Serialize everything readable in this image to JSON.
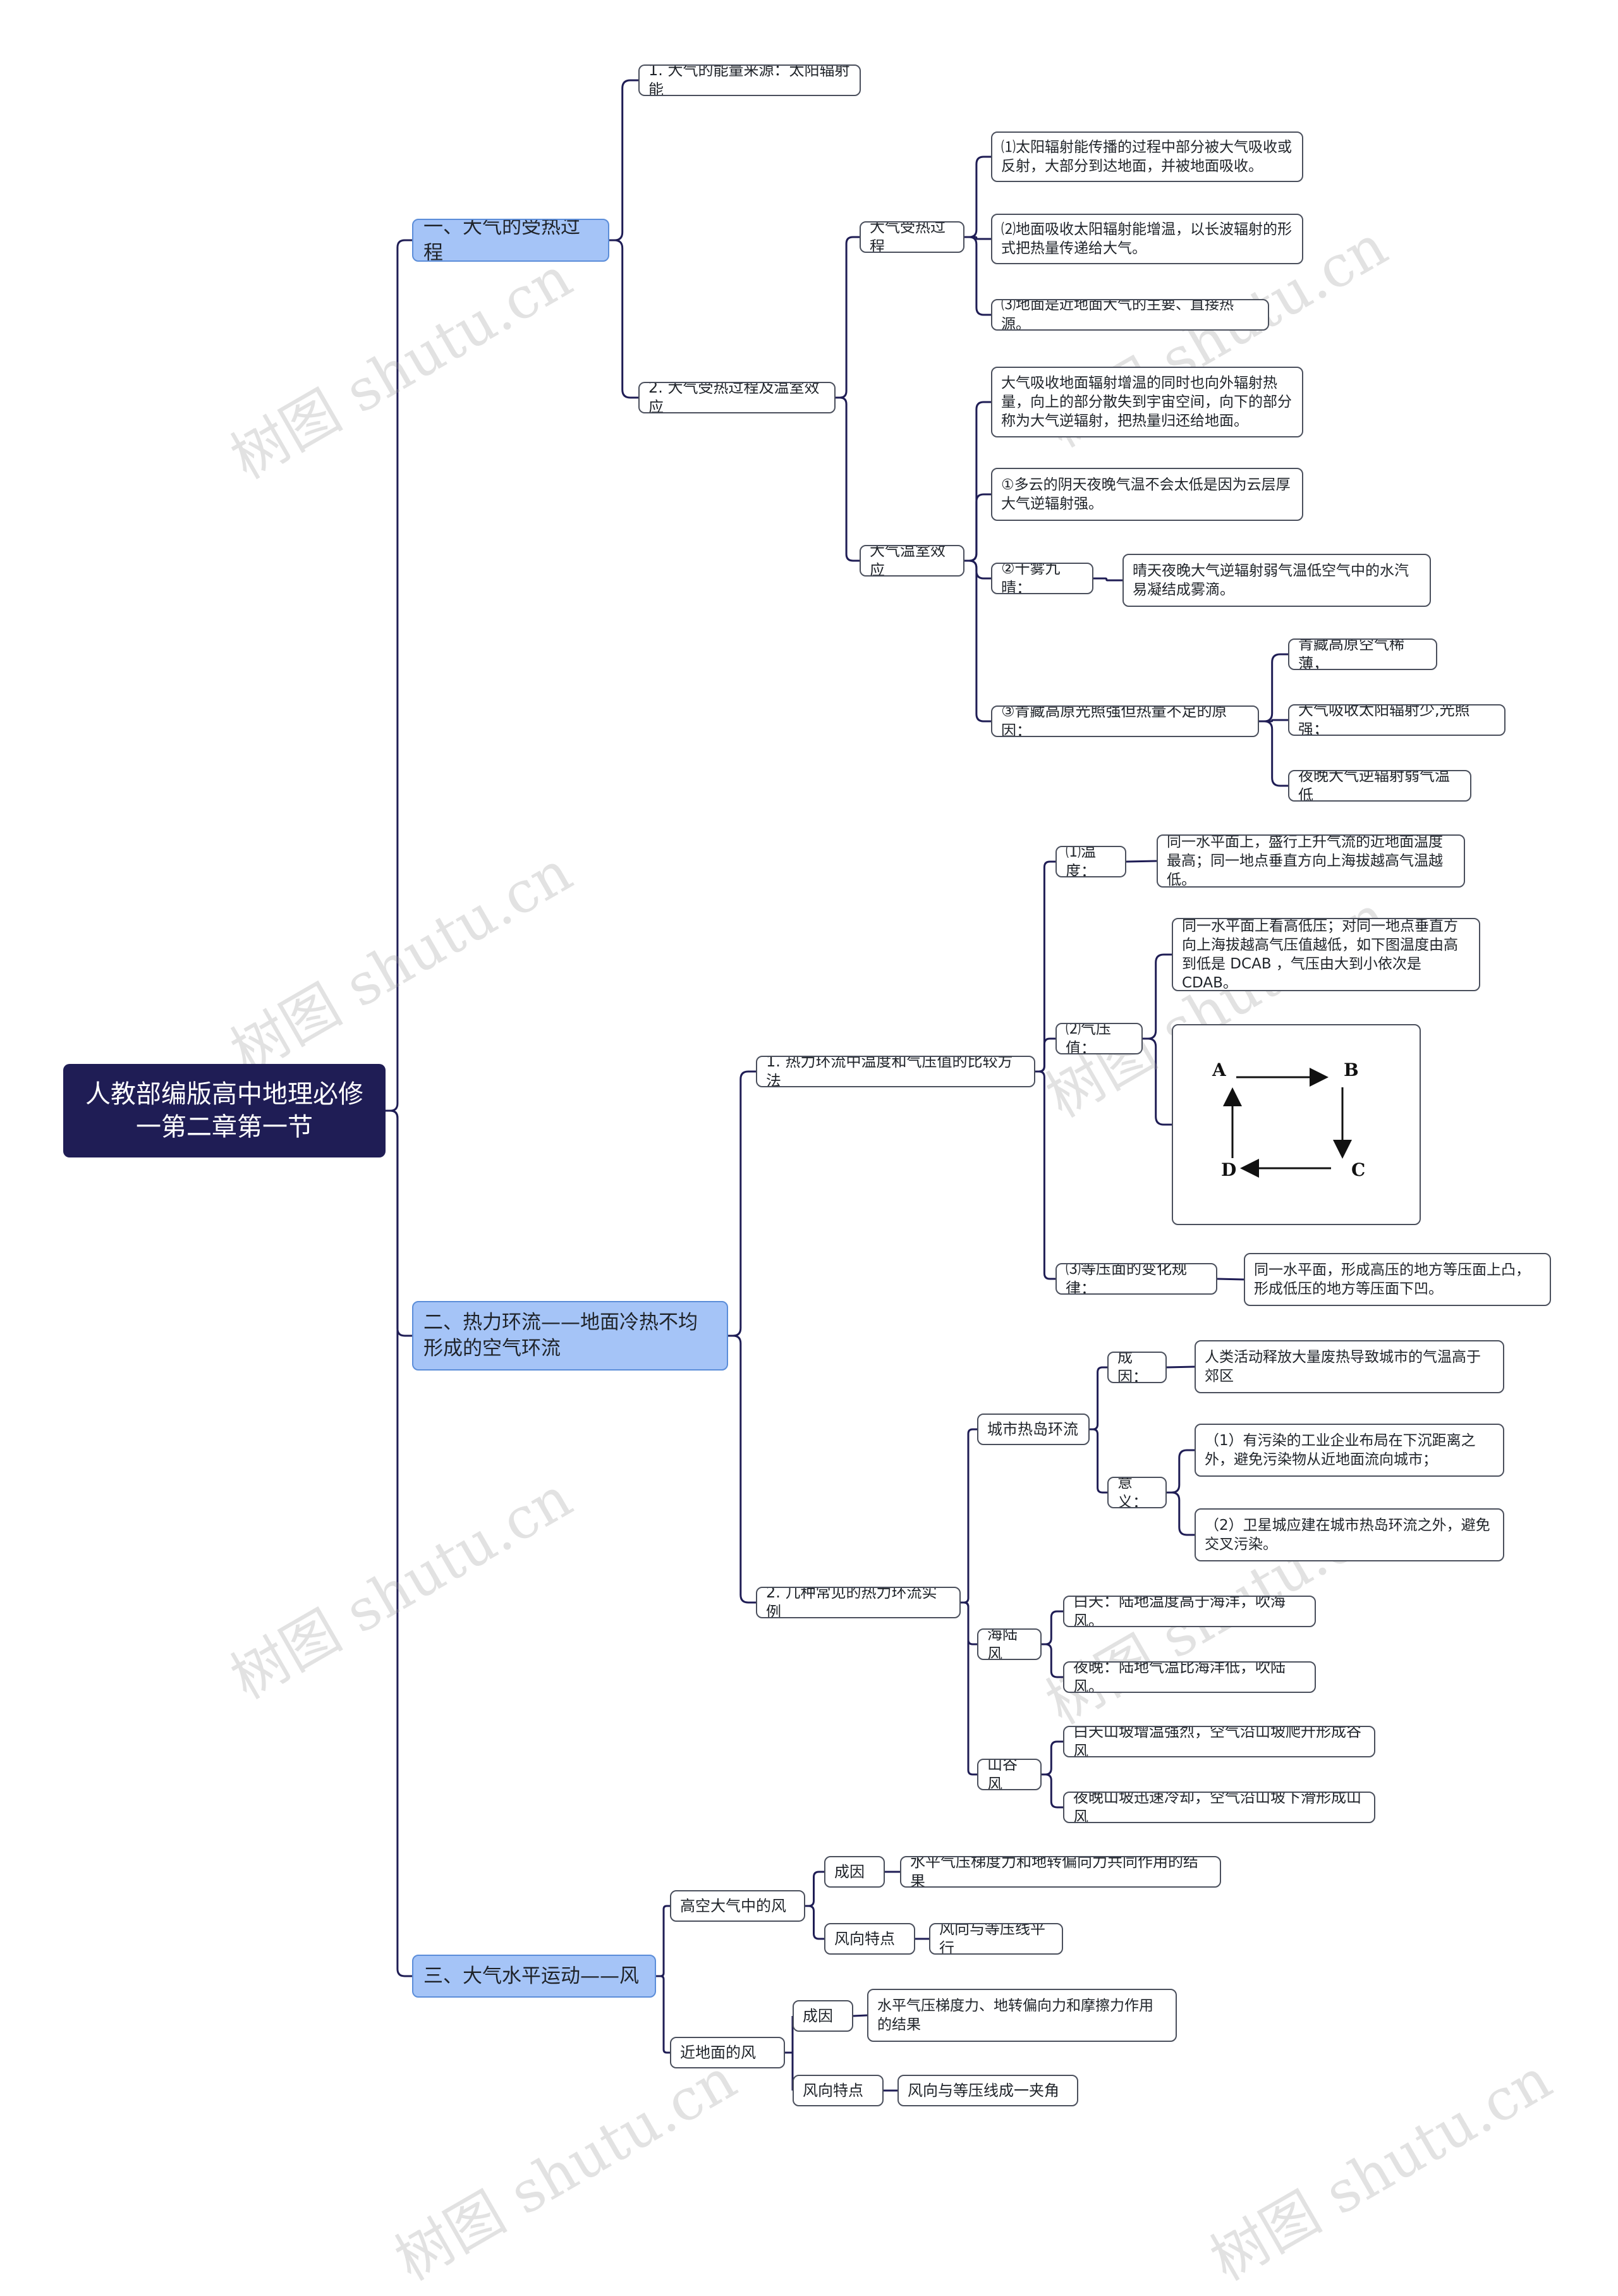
{
  "root": {
    "title": "人教部编版高中地理必修一第二章第一节"
  },
  "branches": {
    "b1": {
      "label": "一、大气的受热过程",
      "c1": "1. 大气的能量来源：太阳辐射能",
      "c2": {
        "label": "2. 大气受热过程及温室效应",
        "g1": {
          "label": "大气受热过程",
          "items": [
            "⑴太阳辐射能传播的过程中部分被大气吸收或反射，大部分到达地面，并被地面吸收。",
            "⑵地面吸收太阳辐射能增温，以长波辐射的形式把热量传递给大气。",
            "⑶地面是近地面大气的主要、直接热源。"
          ]
        },
        "g2": {
          "label": "大气温室效应",
          "t1": "大气吸收地面辐射增温的同时也向外辐射热量，向上的部分散失到宇宙空间，向下的部分称为大气逆辐射，把热量归还给地面。",
          "t2": "①多云的阴天夜晚气温不会太低是因为云层厚大气逆辐射强。",
          "t3": {
            "label": "②十雾九晴：",
            "detail": "晴天夜晚大气逆辐射弱气温低空气中的水汽易凝结成雾滴。"
          },
          "t4": {
            "label": "③青藏高原光照强但热量不足的原因：",
            "items": [
              "青藏高原空气稀薄，",
              "大气吸收太阳辐射少,光照强；",
              "夜晚大气逆辐射弱气温低"
            ]
          }
        }
      }
    },
    "b2": {
      "label": "二、热力环流——地面冷热不均形成的空气环流",
      "c1": {
        "label": "1. 热力环流中温度和气压值的比较方法",
        "temp": {
          "label": "⑴温度：",
          "detail": "同一水平面上，盛行上升气流的近地面温度最高；同一地点垂直方向上海拔越高气温越低。"
        },
        "pressure": {
          "label": "⑵气压值：",
          "detail": "同一水平面上看高低压；对同一地点垂直方向上海拔越高气压值越低，如下图温度由高到低是 DCAB ，气压由大到小依次是  CDAB。",
          "diagram": {
            "A": "A",
            "B": "B",
            "C": "C",
            "D": "D"
          }
        },
        "isobar": {
          "label": "⑶等压面的变化规律：",
          "detail": "同一水平面，形成高压的地方等压面上凸，形成低压的地方等压面下凹。"
        }
      },
      "c2": {
        "label": "2. 几种常见的热力环流实例",
        "city": {
          "label": "城市热岛环流",
          "cause": {
            "label": "成因：",
            "detail": "人类活动释放大量废热导致城市的气温高于郊区"
          },
          "meaning": {
            "label": "意义：",
            "items": [
              "（1）有污染的工业企业布局在下沉距离之外，避免污染物从近地面流向城市；",
              "（2）卫星城应建在城市热岛环流之外，避免交叉污染。"
            ]
          }
        },
        "sea": {
          "label": "海陆风",
          "items": [
            "白天：陆地温度高于海洋，吹海风。",
            "夜晚：陆地气温比海洋低，吹陆风。"
          ]
        },
        "valley": {
          "label": "山谷风",
          "items": [
            "白天山坡增温强烈，空气沿山坡爬升形成谷风",
            "夜晚山坡迅速冷却，空气沿山坡下滑形成山风"
          ]
        }
      }
    },
    "b3": {
      "label": "三、大气水平运动——风",
      "high": {
        "label": "高空大气中的风",
        "cause": {
          "label": "成因",
          "detail": "水平气压梯度力和地转偏向力共同作用的结果"
        },
        "dir": {
          "label": "风向特点",
          "detail": "风向与等压线平行"
        }
      },
      "near": {
        "label": "近地面的风",
        "cause": {
          "label": "成因",
          "detail": "水平气压梯度力、地转偏向力和摩擦力作用的结果"
        },
        "dir": {
          "label": "风向特点",
          "detail": "风向与等压线成一夹角"
        }
      }
    }
  },
  "watermark": "树图 shutu.cn",
  "colors": {
    "root": "#1f1d55",
    "branch": "#a5c4f7",
    "line": "#1f1d55"
  }
}
